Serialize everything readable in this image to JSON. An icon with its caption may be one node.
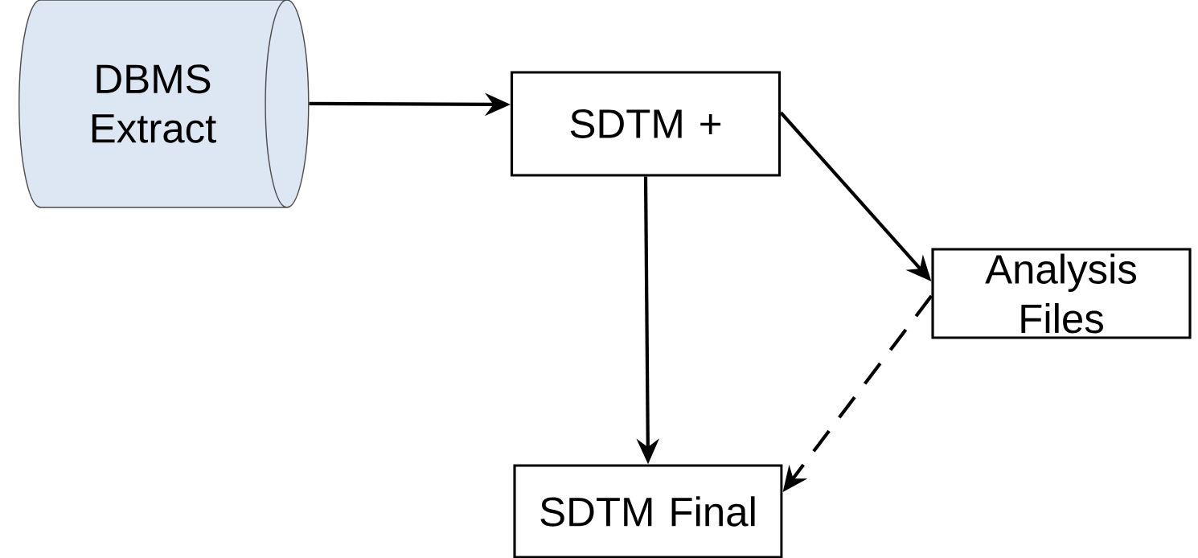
{
  "diagram": {
    "nodes": [
      {
        "text": [
          "DBMS Extract"
        ]
      },
      {
        "text": [
          "SDTM +"
        ]
      },
      {
        "text": [
          "Analysis Files"
        ]
      },
      {
        "text": [
          "SDTM Final"
        ]
      }
    ],
    "edges": [
      {
        "from": 0,
        "to": 1,
        "arrow": "to"
      },
      {
        "from": 1,
        "to": 2,
        "arrow": "to"
      },
      {
        "from": 1,
        "to": 3,
        "arrow": "to"
      },
      {
        "from": 2,
        "to": 3,
        "arrow": "to",
        "style": "dashed"
      }
    ]
  }
}
